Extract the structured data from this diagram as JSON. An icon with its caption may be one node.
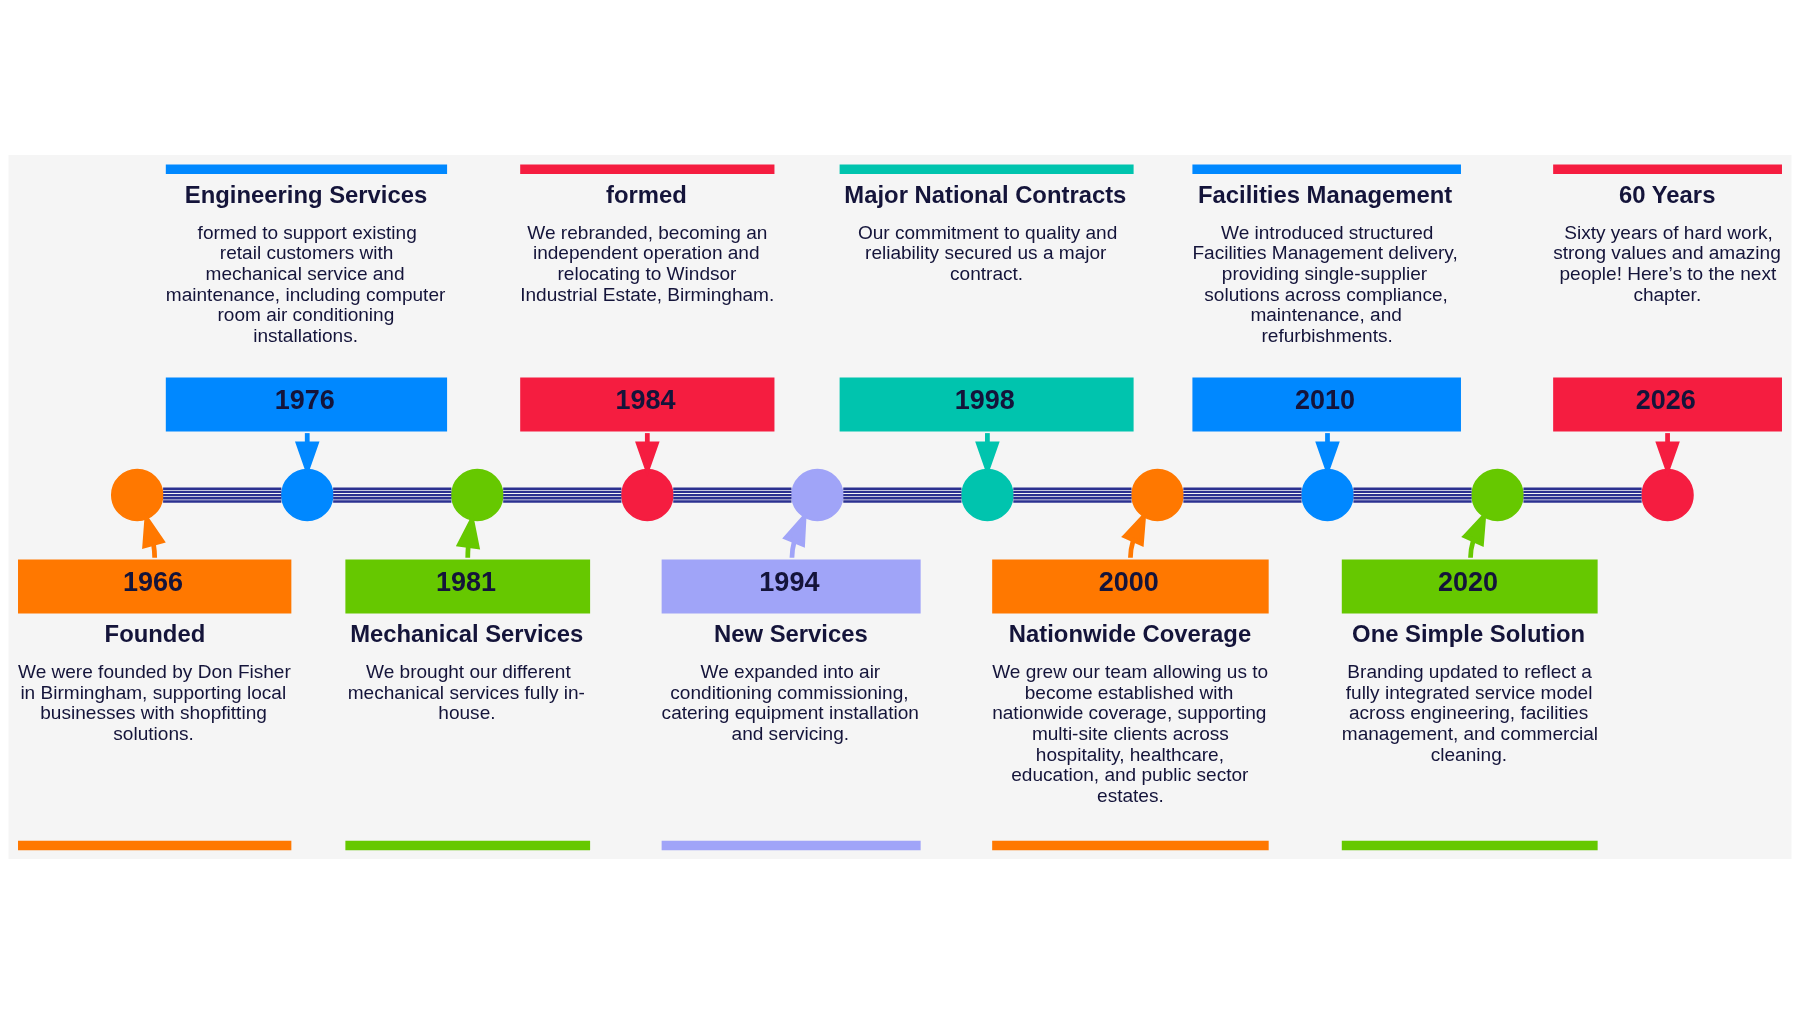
{
  "diagram": {
    "nodes": [
      {
        "text": [
          "1966",
          "Founded",
          "We were founded by Don Fisher in Birmingham, supporting local businesses with shopfitting solutions."
        ]
      },
      {
        "text": [],
        "shape": "circle"
      },
      {
        "text": [
          "Engineering Services",
          "formed to support existing retail customers with mechanical service and maintenance, including computer room air conditioning installations.",
          "1976"
        ]
      },
      {
        "text": [],
        "shape": "circle"
      },
      {
        "text": [
          "1981",
          "Mechanical Services",
          "We brought our different mechanical services fully in-house."
        ]
      },
      {
        "text": [],
        "shape": "circle"
      },
      {
        "text": [
          "formed",
          "We rebranded, becoming an independent operation and relocating to Windsor Industrial Estate, Birmingham.",
          "1984"
        ]
      },
      {
        "text": [],
        "shape": "circle"
      },
      {
        "text": [
          "1994",
          "New Services",
          "We expanded into air conditioning commissioning, catering equipment installation and servicing."
        ]
      },
      {
        "text": [],
        "shape": "circle"
      },
      {
        "text": [
          "Major National Contracts",
          "Our commitment to quality and reliability secured us a major contract.",
          "1998"
        ]
      },
      {
        "text": [],
        "shape": "circle"
      },
      {
        "text": [
          "2000",
          "Nationwide Coverage",
          "We grew our team allowing us to become established with nationwide coverage, supporting multi-site clients across hospitality, healthcare, education, and public sector estates."
        ]
      },
      {
        "text": [],
        "shape": "circle"
      },
      {
        "text": [
          "Facilities Management",
          "We introduced structured Facilities Management delivery, providing single-supplier solutions across compliance, maintenance, and refurbishments.",
          "2010"
        ]
      },
      {
        "text": [],
        "shape": "circle"
      },
      {
        "text": [
          "2020",
          "One Simple Solution",
          "Branding updated to reflect a fully integrated service model across engineering, facilities management, and commercial cleaning."
        ]
      },
      {
        "text": [],
        "shape": "circle"
      },
      {
        "text": [
          "60 Years",
          "Sixty years of hard work, strong values and amazing people! Here’s to the next chapter.",
          "2026"
        ]
      },
      {
        "text": [],
        "shape": "circle"
      }
    ],
    "edges": [
      {
        "from": 1,
        "to": 3,
        "arrow": "none"
      },
      {
        "from": 3,
        "to": 5,
        "arrow": "none"
      },
      {
        "from": 5,
        "to": 7,
        "arrow": "none"
      },
      {
        "from": 7,
        "to": 9,
        "arrow": "none"
      },
      {
        "from": 9,
        "to": 11,
        "arrow": "none"
      },
      {
        "from": 11,
        "to": 13,
        "arrow": "none"
      },
      {
        "from": 13,
        "to": 15,
        "arrow": "none"
      },
      {
        "from": 15,
        "to": 17,
        "arrow": "none"
      },
      {
        "from": 17,
        "to": 19,
        "arrow": "none"
      },
      {
        "from": 0,
        "to": 1,
        "arrow": "to",
        "color": "#ff7800"
      },
      {
        "from": 2,
        "to": 3,
        "arrow": "to",
        "color": "#0088ff"
      },
      {
        "from": 4,
        "to": 5,
        "arrow": "to",
        "color": "#66c800"
      },
      {
        "from": 6,
        "to": 7,
        "arrow": "to",
        "color": "#f51d40"
      },
      {
        "from": 8,
        "to": 9,
        "arrow": "to",
        "color": "#a0a4f8"
      },
      {
        "from": 10,
        "to": 11,
        "arrow": "to",
        "color": "#00c4ae"
      },
      {
        "from": 12,
        "to": 13,
        "arrow": "to",
        "color": "#ff7800"
      },
      {
        "from": 14,
        "to": 15,
        "arrow": "to",
        "color": "#0088ff"
      },
      {
        "from": 16,
        "to": 17,
        "arrow": "to",
        "color": "#66c800"
      },
      {
        "from": 18,
        "to": 19,
        "arrow": "to",
        "color": "#f51d40"
      }
    ]
  }
}
